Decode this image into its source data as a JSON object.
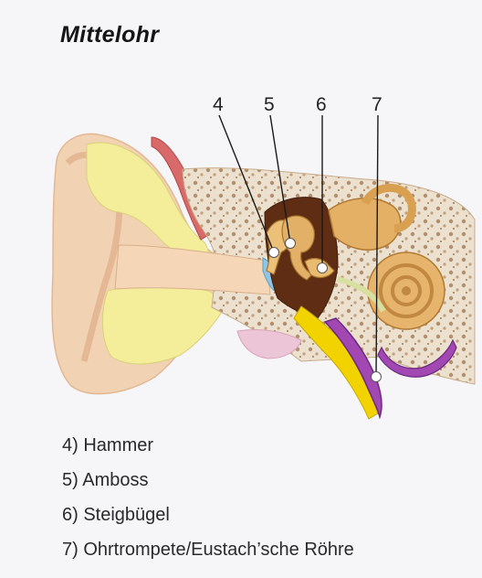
{
  "title": "Mittelohr",
  "callouts": [
    {
      "number": "4",
      "name": "Hammer"
    },
    {
      "number": "5",
      "name": "Amboss"
    },
    {
      "number": "6",
      "name": "Steigbügel"
    },
    {
      "number": "7",
      "name": "Ohrtrompete/Eustach’sche Röhre"
    }
  ],
  "legend": [
    "4) Hammer",
    "5) Amboss",
    "6) Steigbügel",
    "7) Ohrtrompete/Eustach’sche Röhre"
  ],
  "colors": {
    "background": "#f6f6f9",
    "skin": "#f3d4b4",
    "cartilage": "#f4ef9c",
    "bone": "#ead9c4",
    "ossicles": "#d9a24a",
    "tympanic_cavity": "#5e2d14",
    "eustachian_tube": "#a148b3",
    "nerve_yellow": "#f2d300"
  }
}
